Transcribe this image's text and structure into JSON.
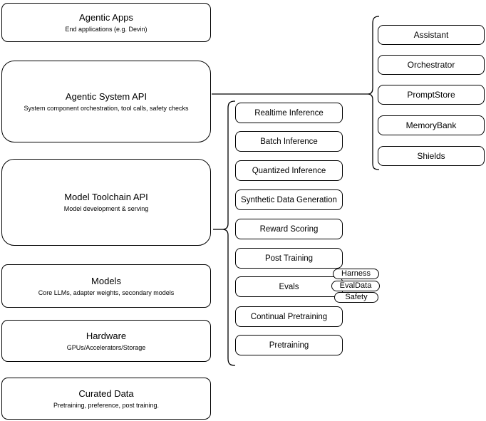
{
  "left_stack": [
    {
      "title": "Agentic Apps",
      "subtitle": "End applications (e.g. Devin)"
    },
    {
      "title": "Agentic System API",
      "subtitle": "System component orchestration, tool calls, safety checks"
    },
    {
      "title": "Model Toolchain API",
      "subtitle": "Model development & serving"
    },
    {
      "title": "Models",
      "subtitle": "Core LLMs, adapter weights, secondary models"
    },
    {
      "title": "Hardware",
      "subtitle": "GPUs/Accelerators/Storage"
    },
    {
      "title": "Curated Data",
      "subtitle": "Pretraining, preference, post training."
    }
  ],
  "toolchain_services": [
    "Realtime Inference",
    "Batch Inference",
    "Quantized Inference",
    "Synthetic Data Generation",
    "Reward Scoring",
    "Post Training",
    "Evals",
    "Continual Pretraining",
    "Pretraining"
  ],
  "eval_tags": [
    "Harness",
    "EvalData",
    "Safety"
  ],
  "system_components": [
    "Assistant",
    "Orchestrator",
    "PromptStore",
    "MemoryBank",
    "Shields"
  ],
  "colors": {
    "stroke": "#000000",
    "fill": "#ffffff",
    "text": "#000000"
  }
}
